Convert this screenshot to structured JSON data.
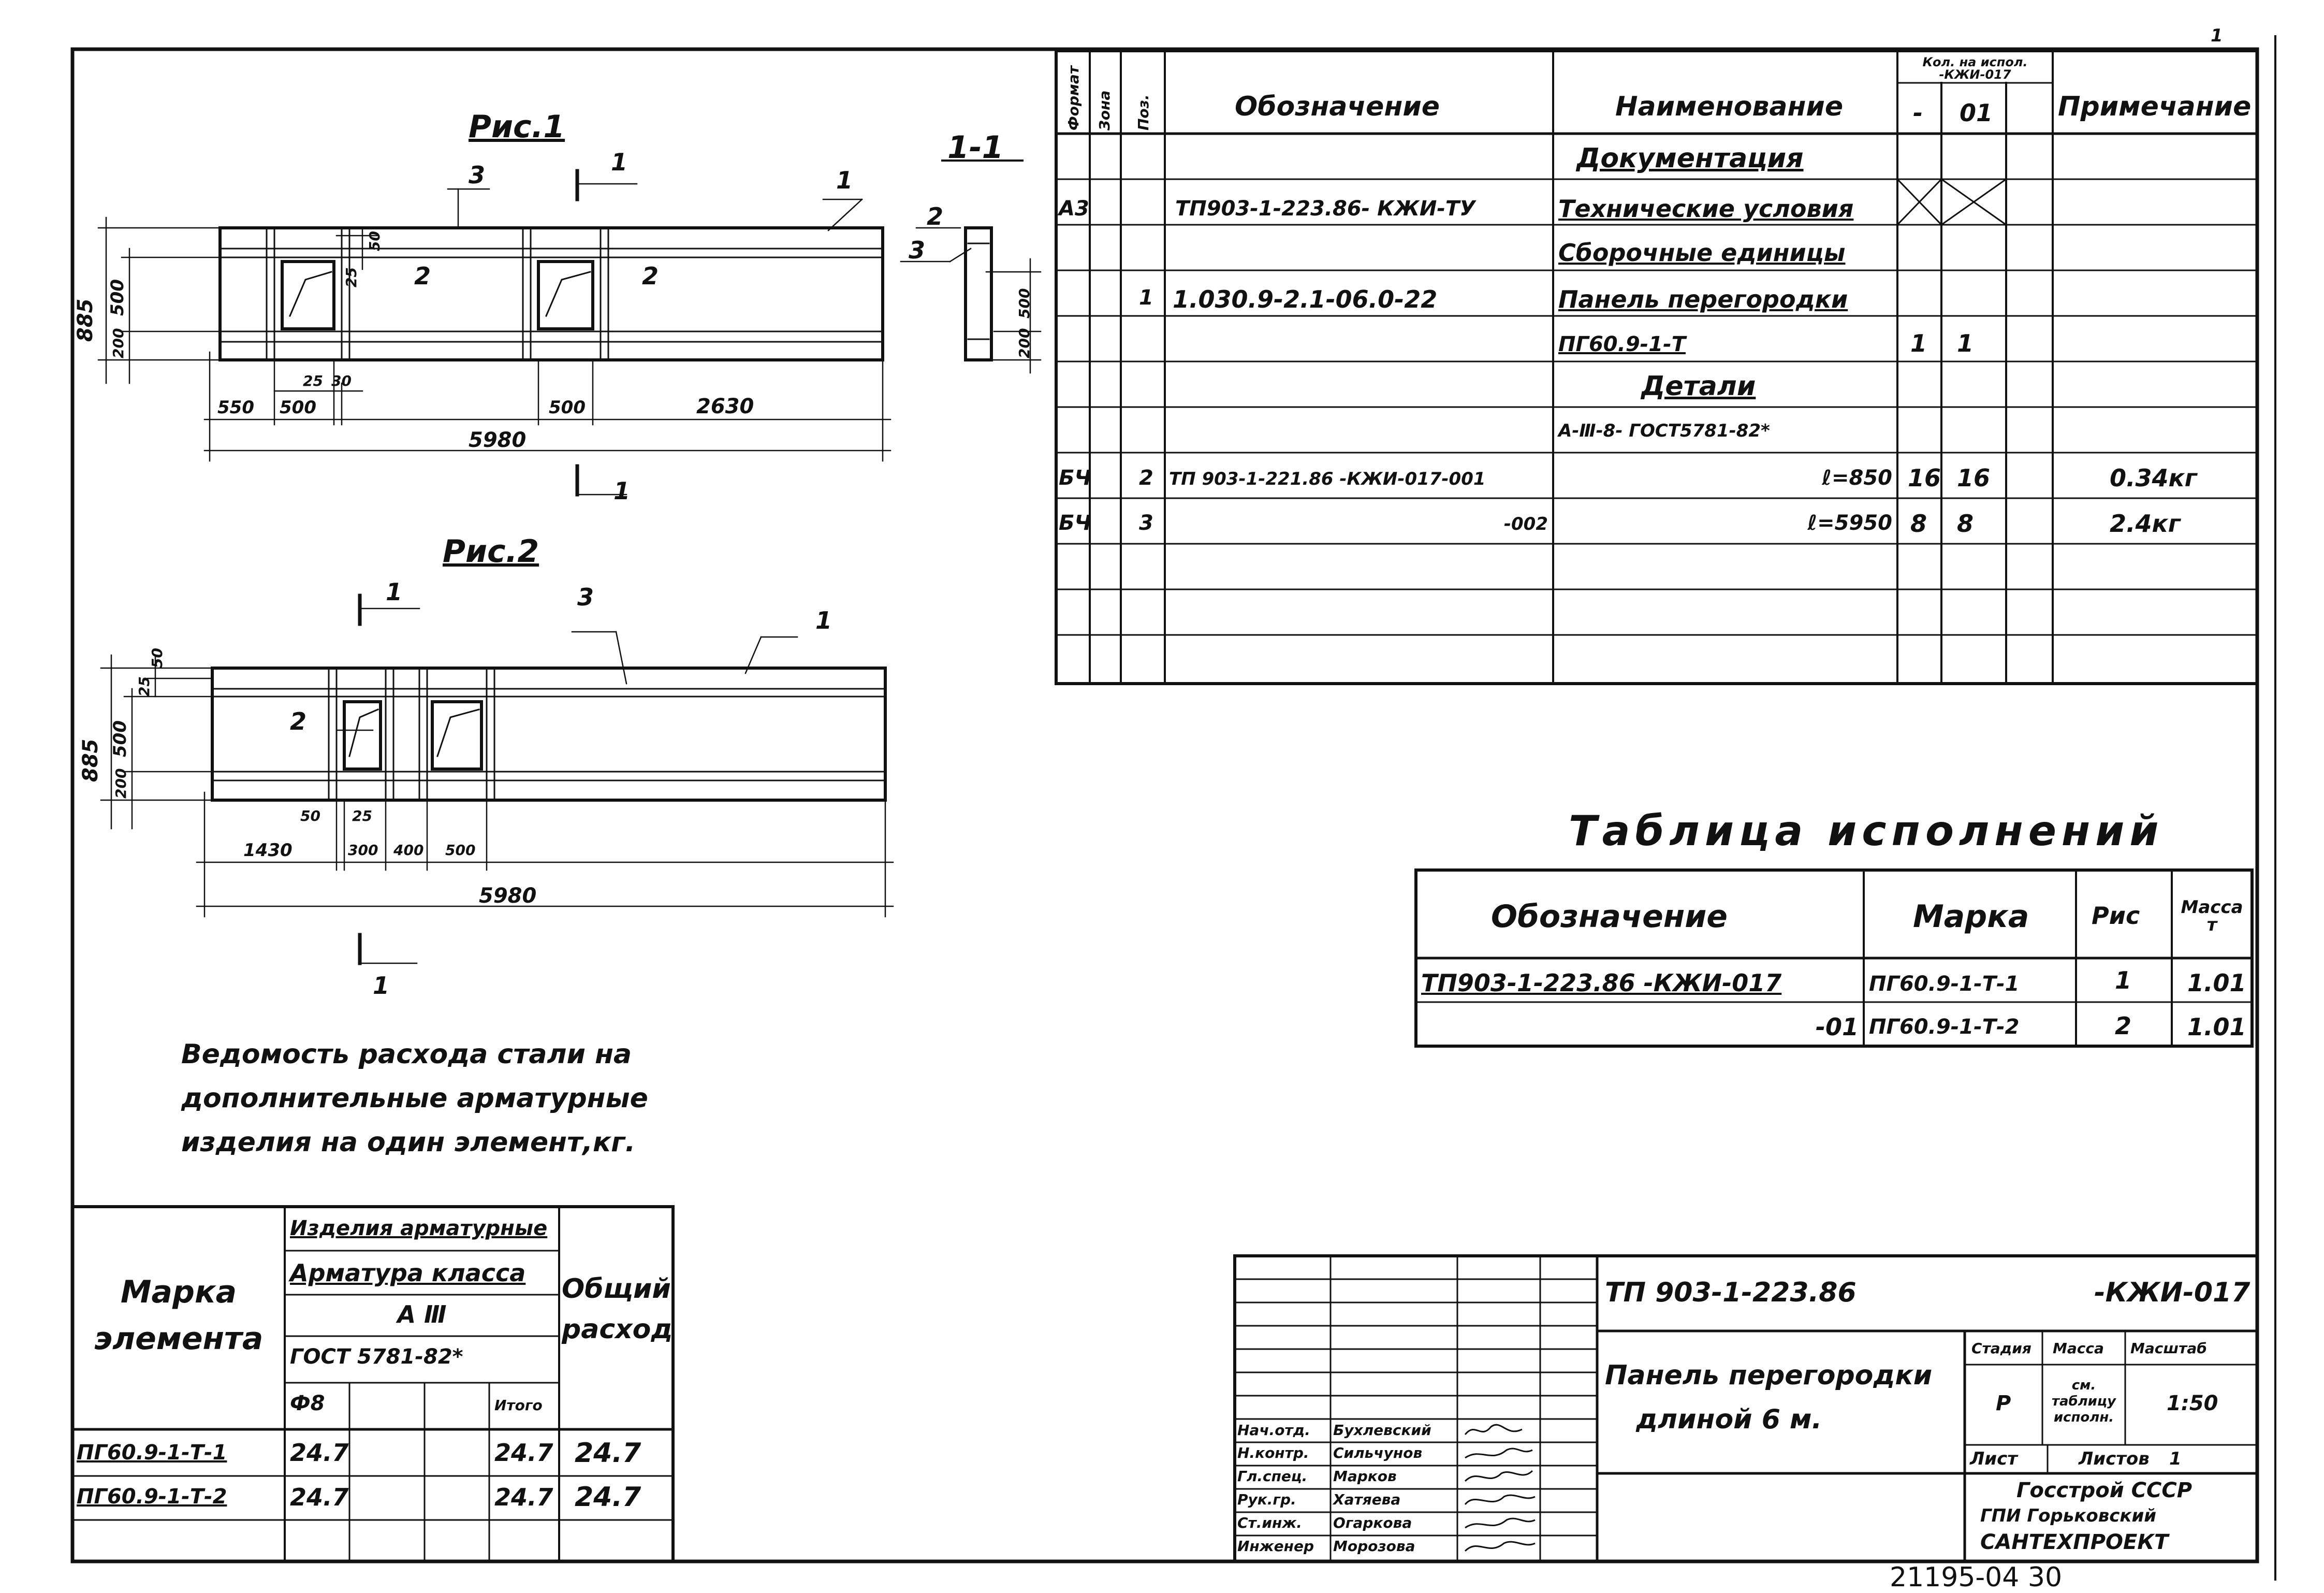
{
  "page_number": "1",
  "fig1": {
    "title": "Рис.1",
    "dims": {
      "h885": "885",
      "h500": "500",
      "h200": "200",
      "d550": "550",
      "d500a": "500",
      "d25": "25",
      "d30": "30",
      "d500b": "500",
      "d2630": "2630",
      "d5980": "5980",
      "d25v": "25",
      "d50v": "50"
    },
    "callouts": {
      "c1": "1",
      "c2a": "2",
      "c2b": "2",
      "c3": "3",
      "cut1": "1",
      "cut1b": "1"
    }
  },
  "section": {
    "title": "1-1",
    "callouts": {
      "c2": "2",
      "c3": "3"
    },
    "dims": {
      "h500": "500",
      "h200": "200"
    }
  },
  "fig2": {
    "title": "Рис.2",
    "dims": {
      "h885": "885",
      "h500": "500",
      "h200": "200",
      "v25": "25",
      "v50": "50",
      "d50": "50",
      "d25": "25",
      "d1430": "1430",
      "d300": "300",
      "d400": "400",
      "d500": "500",
      "d5980": "5980"
    },
    "callouts": {
      "c1": "1",
      "c2": "2",
      "c3": "3",
      "cut1": "1",
      "cut1b": "1"
    }
  },
  "spec": {
    "headers": {
      "format": "Формат",
      "zone": "Зона",
      "pos": "Поз.",
      "designation": "Обозначение",
      "name": "Наименование",
      "qty": "Кол. на испол. -КЖИ-017",
      "qty_a": "-",
      "qty_b": "01",
      "note": "Примечание"
    },
    "rows": [
      {
        "format": "",
        "pos": "",
        "designation": "",
        "name": "Документация",
        "qa": "",
        "qb": "",
        "note": ""
      },
      {
        "format": "А3",
        "pos": "",
        "designation": "ТП903-1-223.86- КЖИ-ТУ",
        "name": "Технические условия",
        "qa": "",
        "qb": "",
        "note": ""
      },
      {
        "format": "",
        "pos": "",
        "designation": "",
        "name": "Сборочные единицы",
        "qa": "",
        "qb": "",
        "note": ""
      },
      {
        "format": "",
        "pos": "1",
        "designation": "1.030.9-2.1-06.0-22",
        "name": "Панель перегородки",
        "qa": "",
        "qb": "",
        "note": ""
      },
      {
        "format": "",
        "pos": "",
        "designation": "",
        "name": "ПГ60.9-1-Т",
        "qa": "1",
        "qb": "1",
        "note": ""
      },
      {
        "format": "",
        "pos": "",
        "designation": "",
        "name": "Детали",
        "qa": "",
        "qb": "",
        "note": ""
      },
      {
        "format": "",
        "pos": "",
        "designation": "",
        "name": "А-Ⅲ-8- ГОСТ5781-82*",
        "qa": "",
        "qb": "",
        "note": ""
      },
      {
        "format": "БЧ",
        "pos": "2",
        "designation": "ТП 903-1-221.86 -КЖИ-017-001",
        "name": "ℓ=850",
        "qa": "16",
        "qb": "16",
        "note": "0.34кг"
      },
      {
        "format": "БЧ",
        "pos": "3",
        "designation": "-002",
        "name": "ℓ=5950",
        "qa": "8",
        "qb": "8",
        "note": "2.4кг"
      }
    ]
  },
  "variants": {
    "title": "Таблица исполнений",
    "headers": {
      "designation": "Обозначение",
      "mark": "Марка",
      "fig": "Рис",
      "mass": "Масса т"
    },
    "rows": [
      {
        "designation": "ТП903-1-223.86 -КЖИ-017",
        "mark": "ПГ60.9-1-Т-1",
        "fig": "1",
        "mass": "1.01"
      },
      {
        "designation": "-01",
        "mark": "ПГ60.9-1-Т-2",
        "fig": "2",
        "mass": "1.01"
      }
    ]
  },
  "steel_note": {
    "lines": [
      "Ведомость расхода стали на",
      "дополнительные арматурные",
      "изделия на один элемент,кг."
    ]
  },
  "steel_table": {
    "headers": {
      "mark": "Марка элемента",
      "items": "Изделия арматурные",
      "class": "Арматура класса",
      "grade": "А Ⅲ",
      "gost": "ГОСТ 5781-82*",
      "d8": "Ф8",
      "total_sub": "Итого",
      "total": "Общий расход"
    },
    "rows": [
      {
        "mark": "ПГ60.9-1-Т-1",
        "d8": "24.7",
        "sub": "24.7",
        "total": "24.7"
      },
      {
        "mark": "ПГ60.9-1-Т-2",
        "d8": "24.7",
        "sub": "24.7",
        "total": "24.7"
      }
    ]
  },
  "title_block": {
    "code": "ТП 903-1-223.86",
    "code_suffix": "-КЖИ-017",
    "name_line1": "Панель перегородки",
    "name_line2": "длиной 6 м.",
    "stage_label": "Стадия",
    "mass_label": "Масса",
    "scale_label": "Масштаб",
    "stage": "Р",
    "mass": "см. таблицу исполн.",
    "scale": "1:50",
    "sheet_label": "Лист",
    "sheets_label": "Листов",
    "sheets": "1",
    "org_line1": "Госстрой СССР",
    "org_line2": "ГПИ Горьковский",
    "org_line3": "САНТЕХПРОЕКТ",
    "people": [
      {
        "role": "Нач.отд.",
        "name": "Бухлевский"
      },
      {
        "role": "Н.контр.",
        "name": "Сильчунов"
      },
      {
        "role": "Гл.спец.",
        "name": "Марков"
      },
      {
        "role": "Рук.гр.",
        "name": "Хатяева"
      },
      {
        "role": "Ст.инж.",
        "name": "Огаркова"
      },
      {
        "role": "Инженер",
        "name": "Морозова"
      }
    ]
  },
  "archive_number": "21195-04 30"
}
